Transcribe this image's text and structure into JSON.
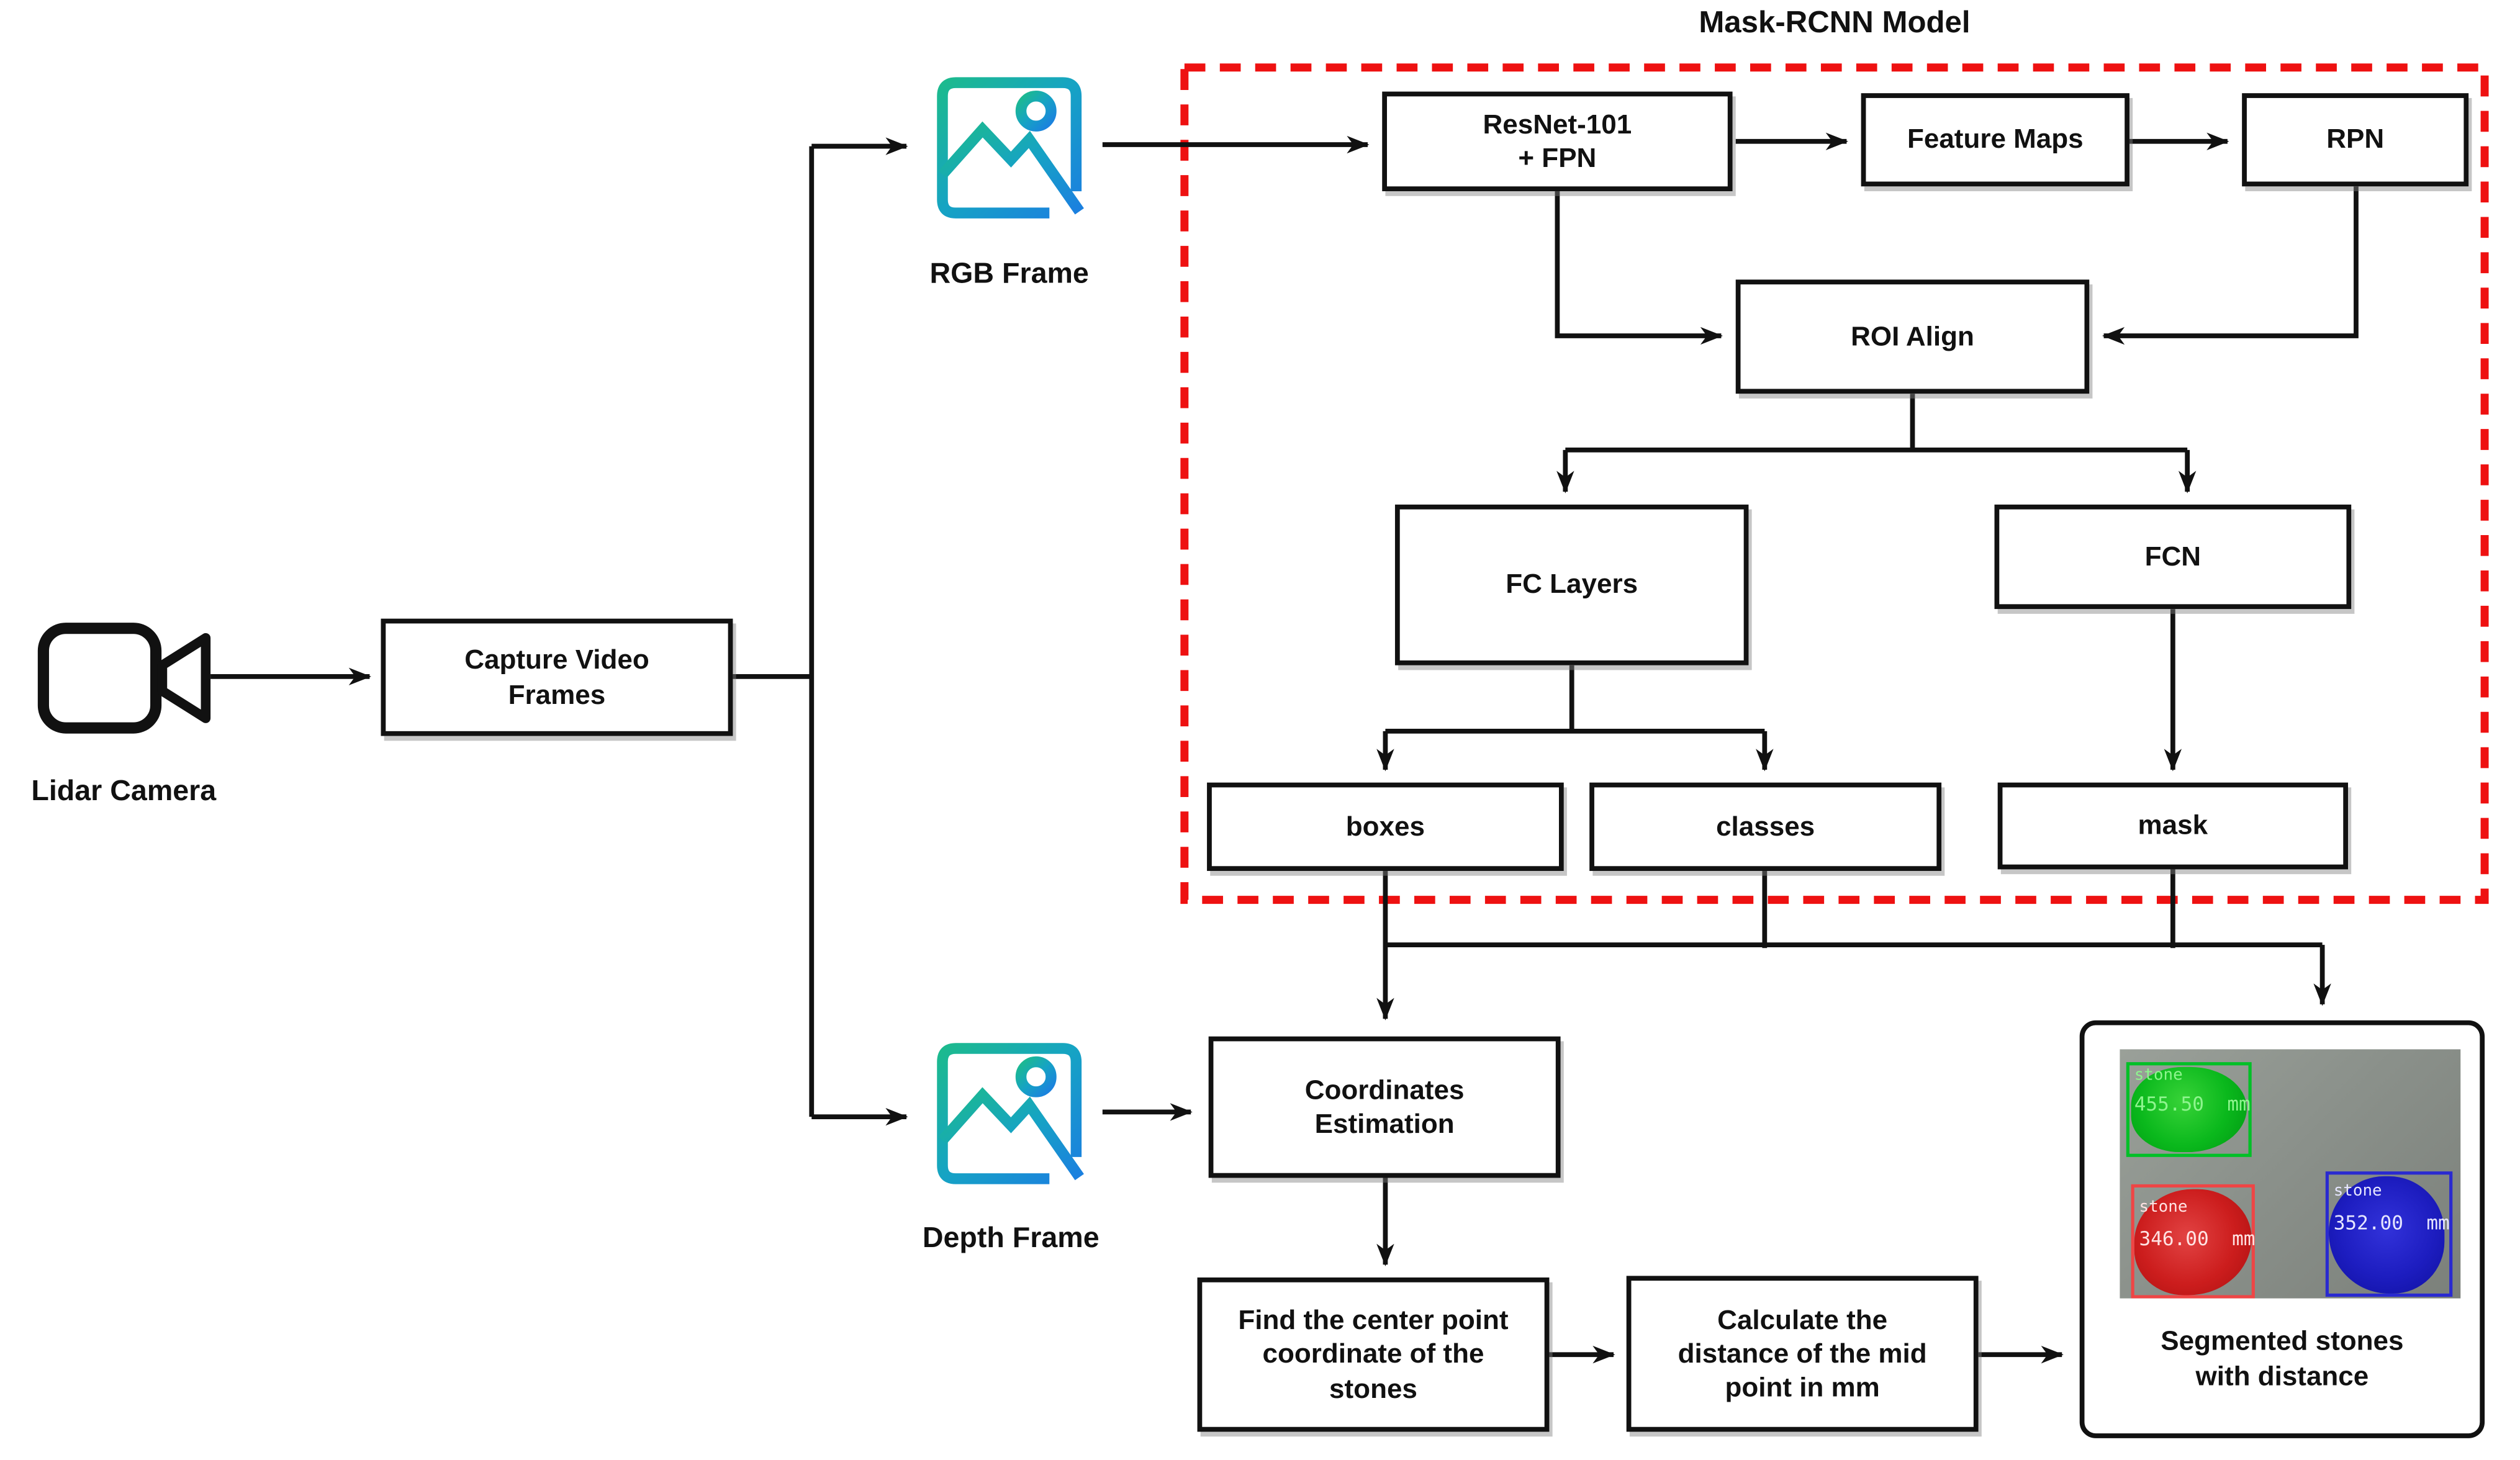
{
  "diagram": {
    "title": "Mask-RCNN Model",
    "nodes": {
      "capture": "Capture Video\nFrames",
      "resnet": "ResNet-101\n+ FPN",
      "feature_maps": "Feature Maps",
      "rpn": "RPN",
      "roi_align": "ROI Align",
      "fc_layers": "FC Layers",
      "fcn": "FCN",
      "boxes": "boxes",
      "classes": "classes",
      "mask": "mask",
      "coordinates_estimation": "Coordinates\nEstimation",
      "find_center": "Find the center point\ncoordinate of the\nstones",
      "calculate_distance": "Calculate the\ndistance of the mid\npoint in mm"
    },
    "captions": {
      "lidar_camera": "Lidar Camera",
      "rgb_frame": "RGB Frame",
      "depth_frame": "Depth Frame",
      "segmented_result": "Segmented stones\nwith distance"
    },
    "result_image": {
      "stones": [
        {
          "label": "stone",
          "distance": "455.50  mm",
          "box_color": "#00c027",
          "text_color": "#8ef58e"
        },
        {
          "label": "stone",
          "distance": "346.00  mm",
          "box_color": "#ef4545",
          "text_color": "#ffe3e3"
        },
        {
          "label": "stone",
          "distance": "352.00  mm",
          "box_color": "#2a2ad0",
          "text_color": "#e6e6ff"
        }
      ]
    },
    "colors": {
      "model_boundary": "#ee1111",
      "connector": "#111111",
      "icon_gradient_start": "#1cba8e",
      "icon_gradient_mid": "#16a3c4",
      "icon_gradient_end": "#1b7fe0"
    }
  }
}
